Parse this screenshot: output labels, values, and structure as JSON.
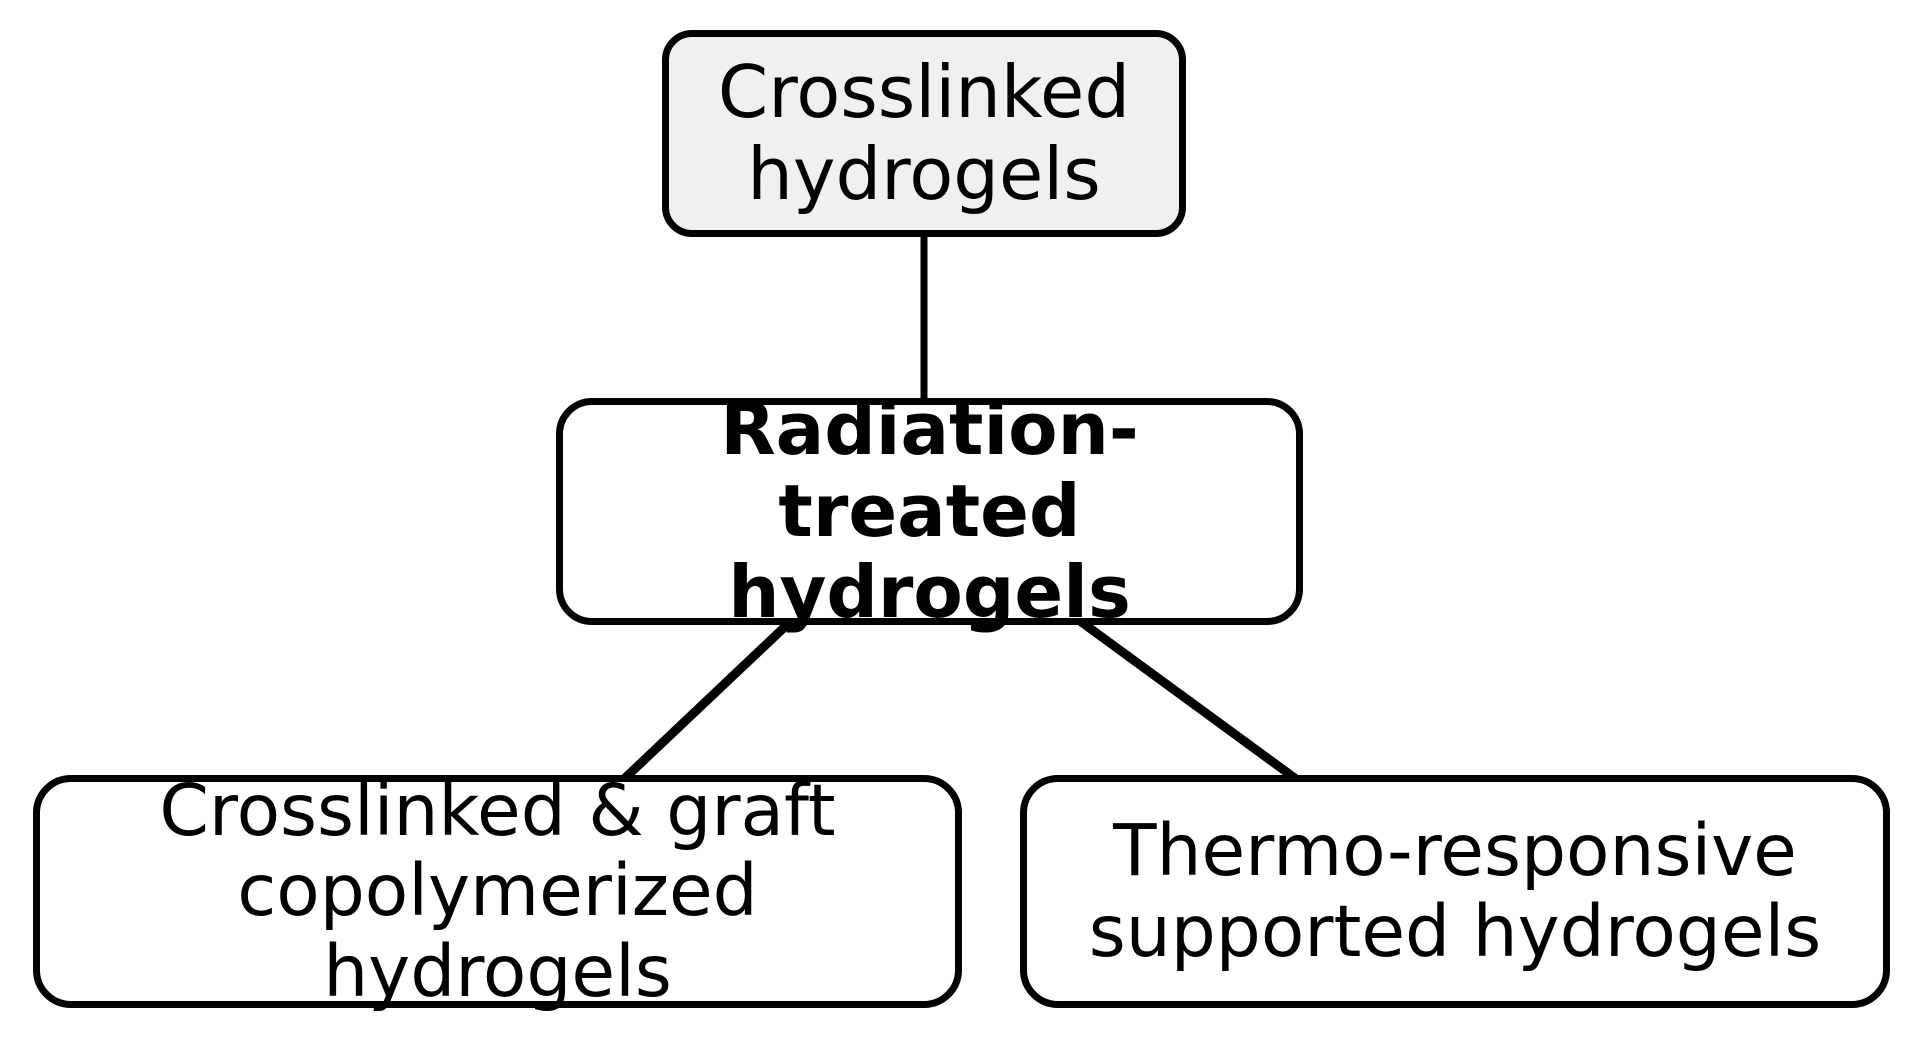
{
  "diagram": {
    "type": "hierarchy-tree",
    "background_color": "#ffffff",
    "stroke_color": "#000000",
    "nodes": [
      {
        "id": "crosslinked-hydrogels",
        "label": "Crosslinked\nhydrogels",
        "level": 0,
        "fill_color": "#f0f0f0",
        "bold": false
      },
      {
        "id": "radiation-treated-hydrogels",
        "label": "Radiation-treated\nhydrogels",
        "level": 1,
        "fill_color": "#ffffff",
        "bold": true
      },
      {
        "id": "crosslinked-graft-copolymerized-hydrogels",
        "label": "Crosslinked & graft\ncopolymerized hydrogels",
        "level": 2,
        "fill_color": "#ffffff",
        "bold": false
      },
      {
        "id": "thermo-responsive-supported-hydrogels",
        "label": "Thermo-responsive\nsupported hydrogels",
        "level": 2,
        "fill_color": "#ffffff",
        "bold": false
      }
    ],
    "edges": [
      {
        "id": "edge-top-to-middle",
        "from": "crosslinked-hydrogels",
        "to": "radiation-treated-hydrogels",
        "shape": "vertical"
      },
      {
        "id": "edge-middle-to-bottom-left",
        "from": "radiation-treated-hydrogels",
        "to": "crosslinked-graft-copolymerized-hydrogels",
        "shape": "diagonal"
      },
      {
        "id": "edge-middle-to-bottom-right",
        "from": "radiation-treated-hydrogels",
        "to": "thermo-responsive-supported-hydrogels",
        "shape": "diagonal"
      }
    ]
  }
}
